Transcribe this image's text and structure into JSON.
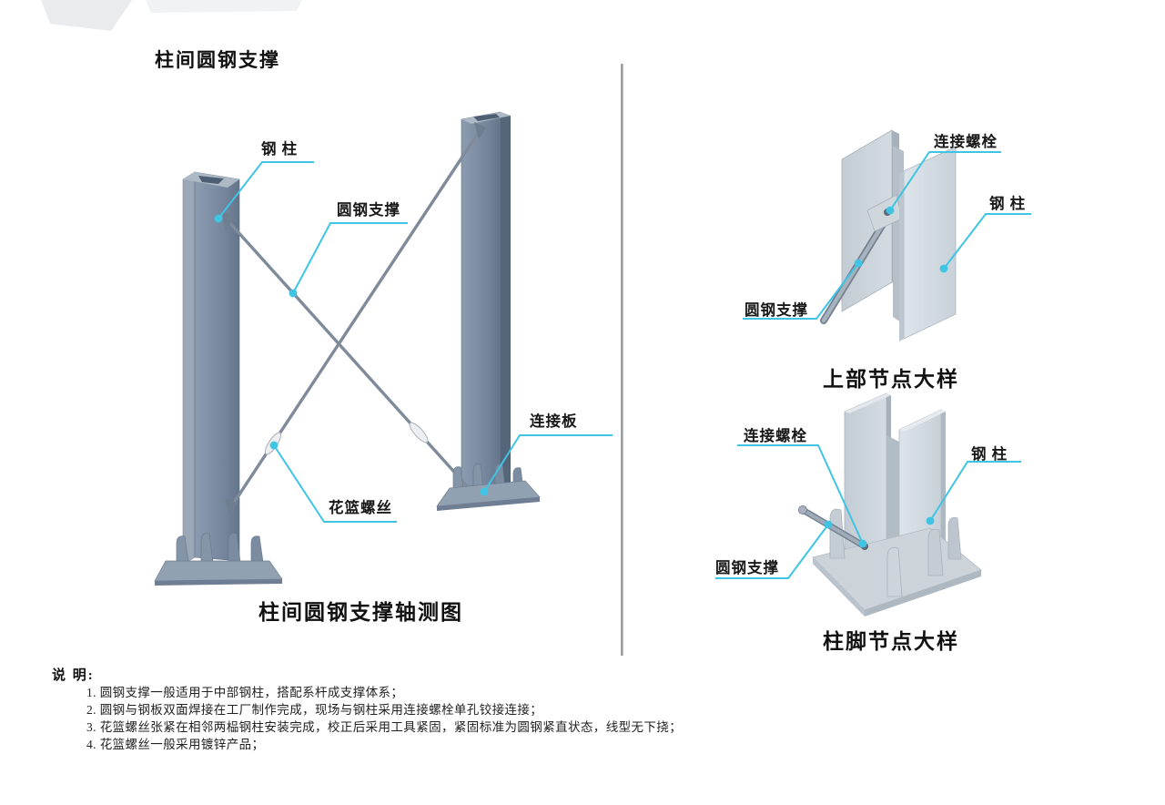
{
  "page": {
    "title": "柱间圆钢支撑"
  },
  "colors": {
    "leader": "#3fc4e4",
    "steel_column_dark": "#6a7a8f",
    "steel_detail_light": "#ccd5dc",
    "divider_gray": "#9b9b9b"
  },
  "axonometric": {
    "caption": "柱间圆钢支撑轴测图",
    "labels": {
      "steel_column": "钢 柱",
      "round_steel_brace": "圆钢支撑",
      "connection_plate": "连接板",
      "turnbuckle": "花篮螺丝"
    }
  },
  "upper_node_detail": {
    "caption": "上部节点大样",
    "labels": {
      "connection_bolt": "连接螺栓",
      "steel_column": "钢 柱",
      "round_steel_brace": "圆钢支撑"
    }
  },
  "column_base_detail": {
    "caption": "柱脚节点大样",
    "labels": {
      "connection_bolt": "连接螺栓",
      "steel_column": "钢 柱",
      "round_steel_brace": "圆钢支撑"
    }
  },
  "notes": {
    "heading": "说 明:",
    "items": [
      "1. 圆钢支撑一般适用于中部钢柱，搭配系杆成支撑体系；",
      "2. 圆钢与钢板双面焊接在工厂制作完成，现场与钢柱采用连接螺栓单孔铰接连接；",
      "3. 花篮螺丝张紧在相邻两榀钢柱安装完成，校正后采用工具紧固，紧固标准为圆钢紧直状态，线型无下挠；",
      "4. 花篮螺丝一般采用镀锌产品；"
    ]
  }
}
